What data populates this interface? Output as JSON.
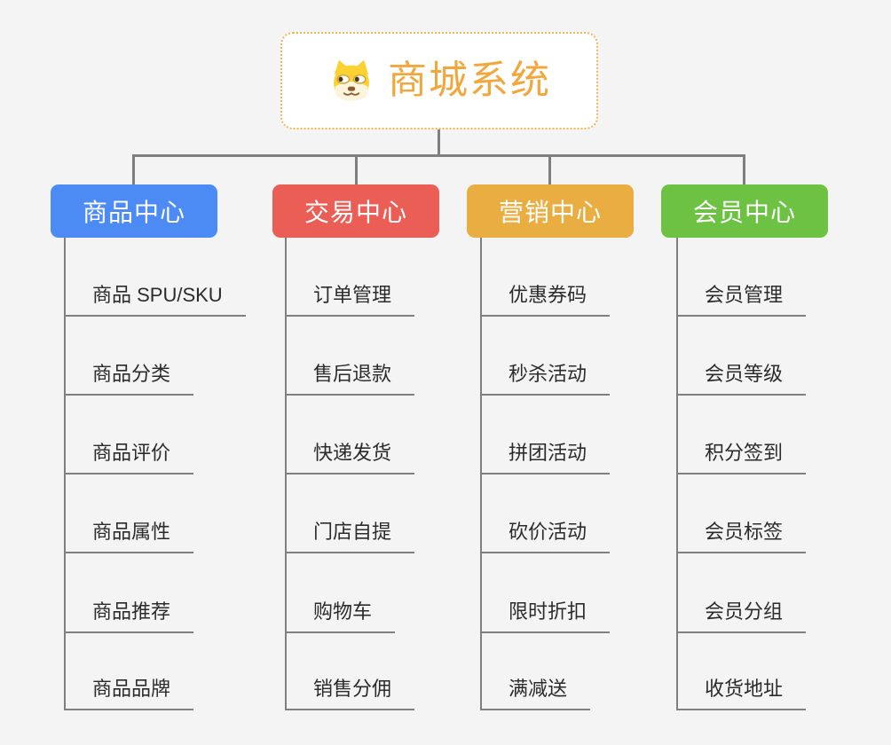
{
  "root": {
    "title": "商城系统",
    "icon": "dog-icon"
  },
  "branches": [
    {
      "id": "product-center",
      "label": "商品中心",
      "color": "#4C8BF4",
      "items": [
        "商品 SPU/SKU",
        "商品分类",
        "商品评价",
        "商品属性",
        "商品推荐",
        "商品品牌"
      ]
    },
    {
      "id": "trade-center",
      "label": "交易中心",
      "color": "#EB5E56",
      "items": [
        "订单管理",
        "售后退款",
        "快递发货",
        "门店自提",
        "购物车",
        "销售分佣"
      ]
    },
    {
      "id": "marketing-center",
      "label": "营销中心",
      "color": "#EAAD41",
      "items": [
        "优惠券码",
        "秒杀活动",
        "拼团活动",
        "砍价活动",
        "限时折扣",
        "满减送"
      ]
    },
    {
      "id": "member-center",
      "label": "会员中心",
      "color": "#6DC244",
      "items": [
        "会员管理",
        "会员等级",
        "积分签到",
        "会员标签",
        "会员分组",
        "收货地址"
      ]
    }
  ],
  "colors": {
    "root_accent": "#F2A73D",
    "root_border": "#F3B353",
    "connector": "#7F7F7F",
    "background": "#F4F4F5",
    "leaf_text": "#2B2B2B"
  }
}
